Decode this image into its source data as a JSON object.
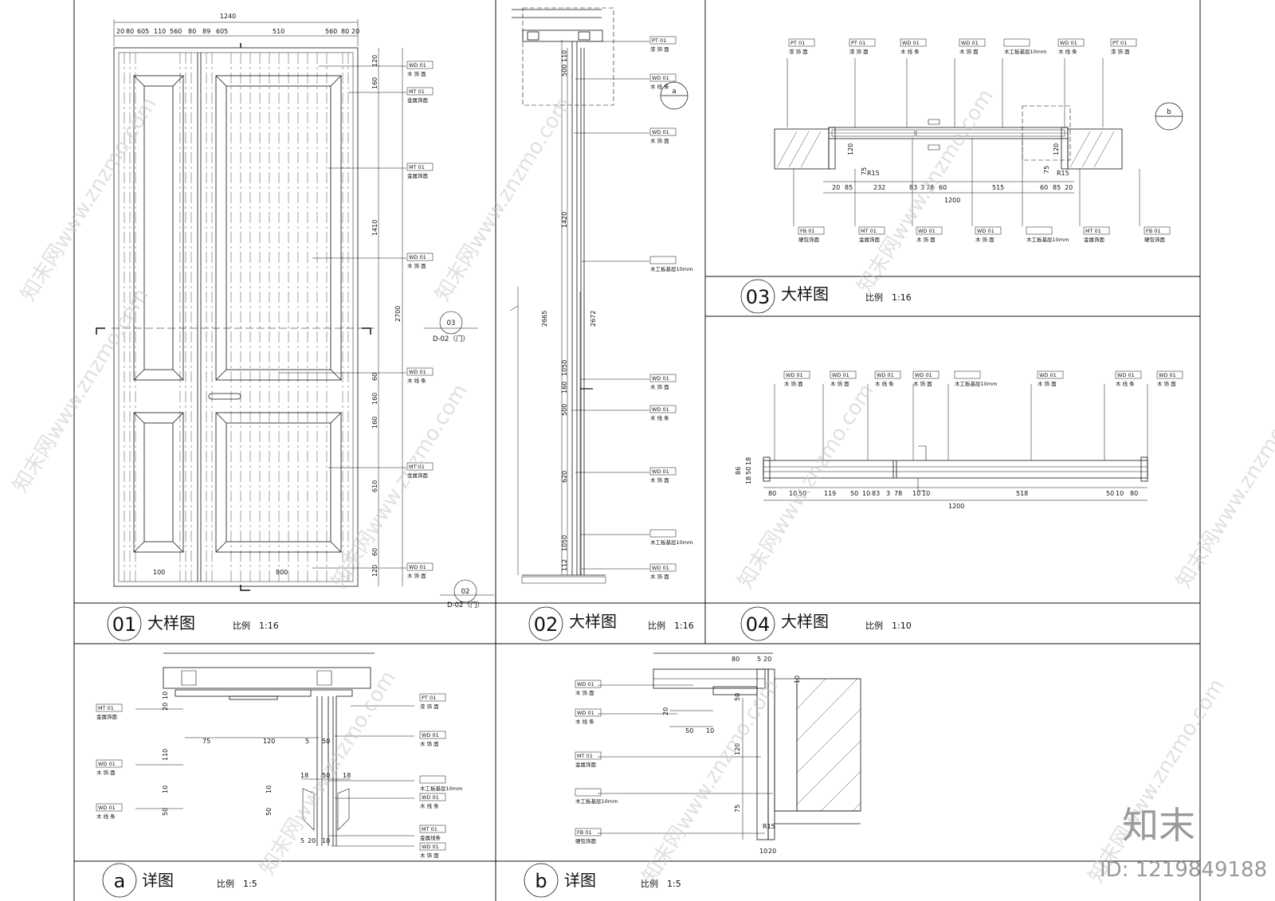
{
  "panels": {
    "p01": {
      "num": "01",
      "title": "大样图",
      "scale": "比例　1:16"
    },
    "p02": {
      "num": "02",
      "title": "大样图",
      "scale": "比例　1:16"
    },
    "p03": {
      "num": "03",
      "title": "大样图",
      "scale": "比例　1:16"
    },
    "p04": {
      "num": "04",
      "title": "大样图",
      "scale": "比例　1:10"
    },
    "pa": {
      "num": "a",
      "title": "详图",
      "scale": "比例　1:5"
    },
    "pb": {
      "num": "b",
      "title": "详图",
      "scale": "比例　1:5"
    }
  },
  "section_refs": {
    "ref03": {
      "num": "03",
      "sheet": "D-02（门）"
    },
    "ref02": {
      "num": "02",
      "sheet": "D-02（门）"
    },
    "det_a": "a",
    "det_b": "b"
  },
  "p01": {
    "dims_top": [
      "20",
      "80",
      "605",
      "110",
      "560",
      "80",
      "89",
      "605",
      "510",
      "560",
      "80",
      "20"
    ],
    "dim_total": "1240",
    "dims_right": [
      "120",
      "160",
      "1410",
      "60",
      "160",
      "160",
      "610",
      "60",
      "120"
    ],
    "dim_height": "2700",
    "dims_bottom": [
      "100",
      "800"
    ],
    "tags": [
      {
        "code": "WD  01",
        "name": "木 饰 面"
      },
      {
        "code": "MT  01",
        "name": "金属饰面"
      },
      {
        "code": "MT  01",
        "name": "金属饰面"
      },
      {
        "code": "WD  01",
        "name": "木 饰 面"
      },
      {
        "code": "WD  01",
        "name": "木 线 条"
      },
      {
        "code": "MT  01",
        "name": "金属饰面"
      },
      {
        "code": "WD  01",
        "name": "木 饰 面"
      }
    ]
  },
  "p02": {
    "dims": [
      "110",
      "500",
      "1420",
      "1050",
      "160",
      "500",
      "620",
      "1050",
      "112"
    ],
    "dim_a": "2665",
    "dim_b": "2672",
    "tags": [
      {
        "code": "PT  01",
        "name": "漆 饰 面"
      },
      {
        "code": "WD  01",
        "name": "木 线 条"
      },
      {
        "code": "WD  01",
        "name": "木 饰 面"
      },
      {
        "code": "",
        "name": "木工板基层10mm"
      },
      {
        "code": "WD  01",
        "name": "木 饰 面"
      },
      {
        "code": "WD  01",
        "name": "木 线 条"
      },
      {
        "code": "WD  01",
        "name": "木 饰 面"
      },
      {
        "code": "",
        "name": "木工板基层10mm"
      },
      {
        "code": "WD  01",
        "name": "木 饰 面"
      }
    ]
  },
  "p03": {
    "dims": [
      "20",
      "85",
      "232",
      "83",
      "3",
      "78",
      "60",
      "515",
      "60",
      "85",
      "20"
    ],
    "dim_total": "1200",
    "dims_side": [
      "120",
      "75",
      "120",
      "75",
      "R15",
      "R15"
    ],
    "tags_top": [
      {
        "code": "PT  01",
        "name": "漆 饰 面"
      },
      {
        "code": "PT  01",
        "name": "漆 饰 面"
      },
      {
        "code": "WD  01",
        "name": "木 线 条"
      },
      {
        "code": "WD  01",
        "name": "木 饰 面"
      },
      {
        "code": "",
        "name": "木工板基层10mm"
      },
      {
        "code": "WD  01",
        "name": "木 线 条"
      },
      {
        "code": "PT  01",
        "name": "漆 饰 面"
      }
    ],
    "tags_bottom": [
      {
        "code": "FB  01",
        "name": "硬包饰面"
      },
      {
        "code": "MT  01",
        "name": "金属饰面"
      },
      {
        "code": "WD  01",
        "name": "木 饰 面"
      },
      {
        "code": "WD  01",
        "name": "木 饰 面"
      },
      {
        "code": "",
        "name": "木工板基层10mm"
      },
      {
        "code": "MT  01",
        "name": "金属饰面"
      },
      {
        "code": "FB  01",
        "name": "硬包饰面"
      }
    ]
  },
  "p04": {
    "dims": [
      "80",
      "10",
      "50",
      "119",
      "50",
      "10",
      "83",
      "3",
      "78",
      "10",
      "10",
      "518",
      "50",
      "10",
      "80"
    ],
    "dim_total": "1200",
    "dims_side": [
      "86",
      "18",
      "50",
      "18"
    ],
    "tags": [
      {
        "code": "WD  01",
        "name": "木 饰 面"
      },
      {
        "code": "WD  01",
        "name": "木 饰 面"
      },
      {
        "code": "WD  01",
        "name": "木 线 条"
      },
      {
        "code": "WD  01",
        "name": "木 饰 面"
      },
      {
        "code": "",
        "name": "木工板基层10mm"
      },
      {
        "code": "WD  01",
        "name": "木 饰 面"
      },
      {
        "code": "WD  01",
        "name": "木 线 条"
      },
      {
        "code": "WD  01",
        "name": "木 饰 面"
      }
    ]
  },
  "pa": {
    "dims": [
      "10",
      "20",
      "75",
      "120",
      "5",
      "50",
      "110",
      "10",
      "50",
      "18",
      "50",
      "18",
      "10",
      "50",
      "5",
      "20",
      "10"
    ],
    "tags_left": [
      {
        "code": "MT  01",
        "name": "金属饰面"
      },
      {
        "code": "WD  01",
        "name": "木 饰 面"
      },
      {
        "code": "WD  01",
        "name": "木 线 条"
      }
    ],
    "tags_right": [
      {
        "code": "PT  01",
        "name": "漆 饰 面"
      },
      {
        "code": "WD  01",
        "name": "木 饰 面"
      },
      {
        "code": "",
        "name": "木工板基层10mm"
      },
      {
        "code": "WD  01",
        "name": "木 线 条"
      },
      {
        "code": "MT  01",
        "name": "金属线条"
      },
      {
        "code": "WD  01",
        "name": "木 饰 面"
      }
    ]
  },
  "pb": {
    "dims": [
      "80",
      "5",
      "20",
      "10",
      "50",
      "20",
      "50",
      "10",
      "120",
      "75",
      "R15",
      "10",
      "20"
    ],
    "tags": [
      {
        "code": "WD  01",
        "name": "木 饰 面"
      },
      {
        "code": "WD  01",
        "name": "木 线 条"
      },
      {
        "code": "MT  01",
        "name": "金属饰面"
      },
      {
        "code": "",
        "name": "木工板基层10mm"
      },
      {
        "code": "FB  01",
        "name": "硬包饰面"
      }
    ]
  },
  "watermark": {
    "text": "知末网www.znzmo.com",
    "brand": "知末",
    "id": "ID: 1219849188"
  }
}
